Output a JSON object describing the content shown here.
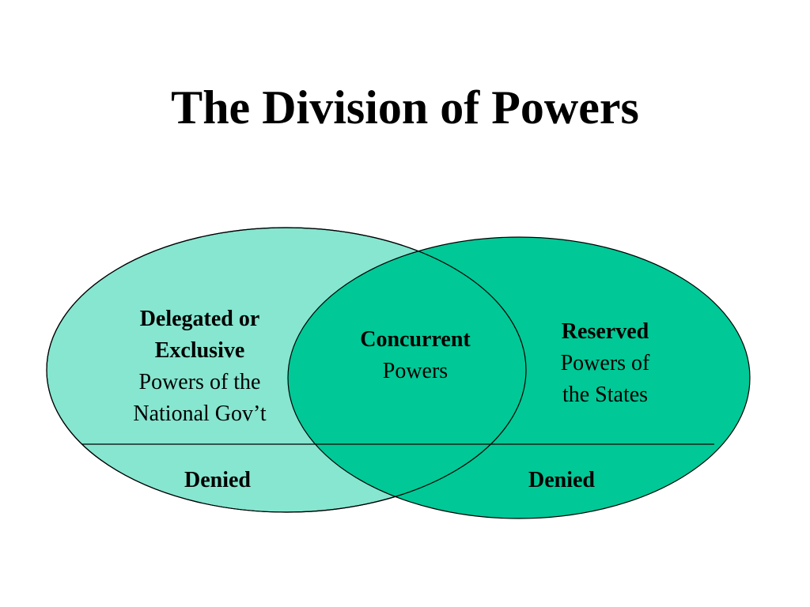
{
  "title": "The Division of Powers",
  "colors": {
    "national_fill": "#86e6d0",
    "state_fill": "#00c896",
    "outline": "#000000",
    "background": "#ffffff"
  },
  "regions": {
    "national": {
      "heading_line1": "Delegated  or",
      "heading_line2": "Exclusive",
      "body_line1": "Powers of the",
      "body_line2": "National Gov’t",
      "denied": "Denied"
    },
    "shared": {
      "heading": "Concurrent",
      "body": "Powers"
    },
    "state": {
      "heading": "Reserved",
      "body_line1": "Powers of",
      "body_line2": "the States",
      "denied": "Denied"
    }
  }
}
